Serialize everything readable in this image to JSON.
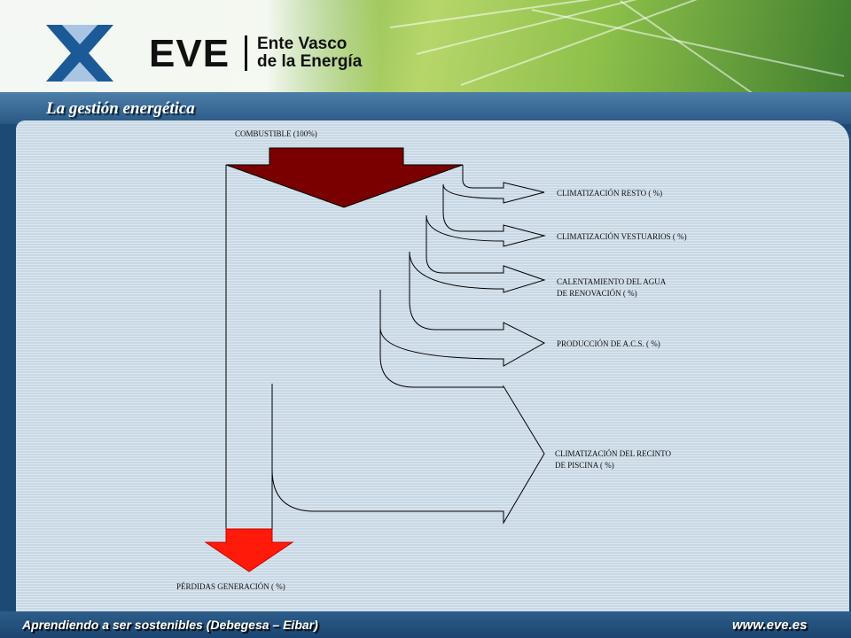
{
  "header": {
    "logo_text": "EVE",
    "org_name_line1": "Ente Vasco",
    "org_name_line2": "de la Energía"
  },
  "slide": {
    "title": "La gestión energética"
  },
  "diagram": {
    "input_label": "COMBUSTIBLE (100%)",
    "outputs": [
      {
        "line1": "CLIMATIZACIÓN RESTO (   %)",
        "line2": ""
      },
      {
        "line1": "CLIMATIZACIÓN VESTUARIOS (   %)",
        "line2": ""
      },
      {
        "line1": "CALENTAMIENTO DEL AGUA",
        "line2": "DE RENOVACIÓN (   %)"
      },
      {
        "line1": "PRODUCCIÓN DE A.C.S. (   %)",
        "line2": ""
      },
      {
        "line1": "CLIMATIZACIÓN DEL RECINTO",
        "line2": "DE PISCINA (   %)"
      }
    ],
    "loss_label": "PÉRDIDAS GENERACIÓN (   %)",
    "colors": {
      "input_arrow": "#7a0000",
      "loss_arrow": "#ff1a0a"
    }
  },
  "footer": {
    "left": "Aprendiendo a ser sostenibles (Debegesa – Eibar)",
    "right": "www.eve.es"
  }
}
